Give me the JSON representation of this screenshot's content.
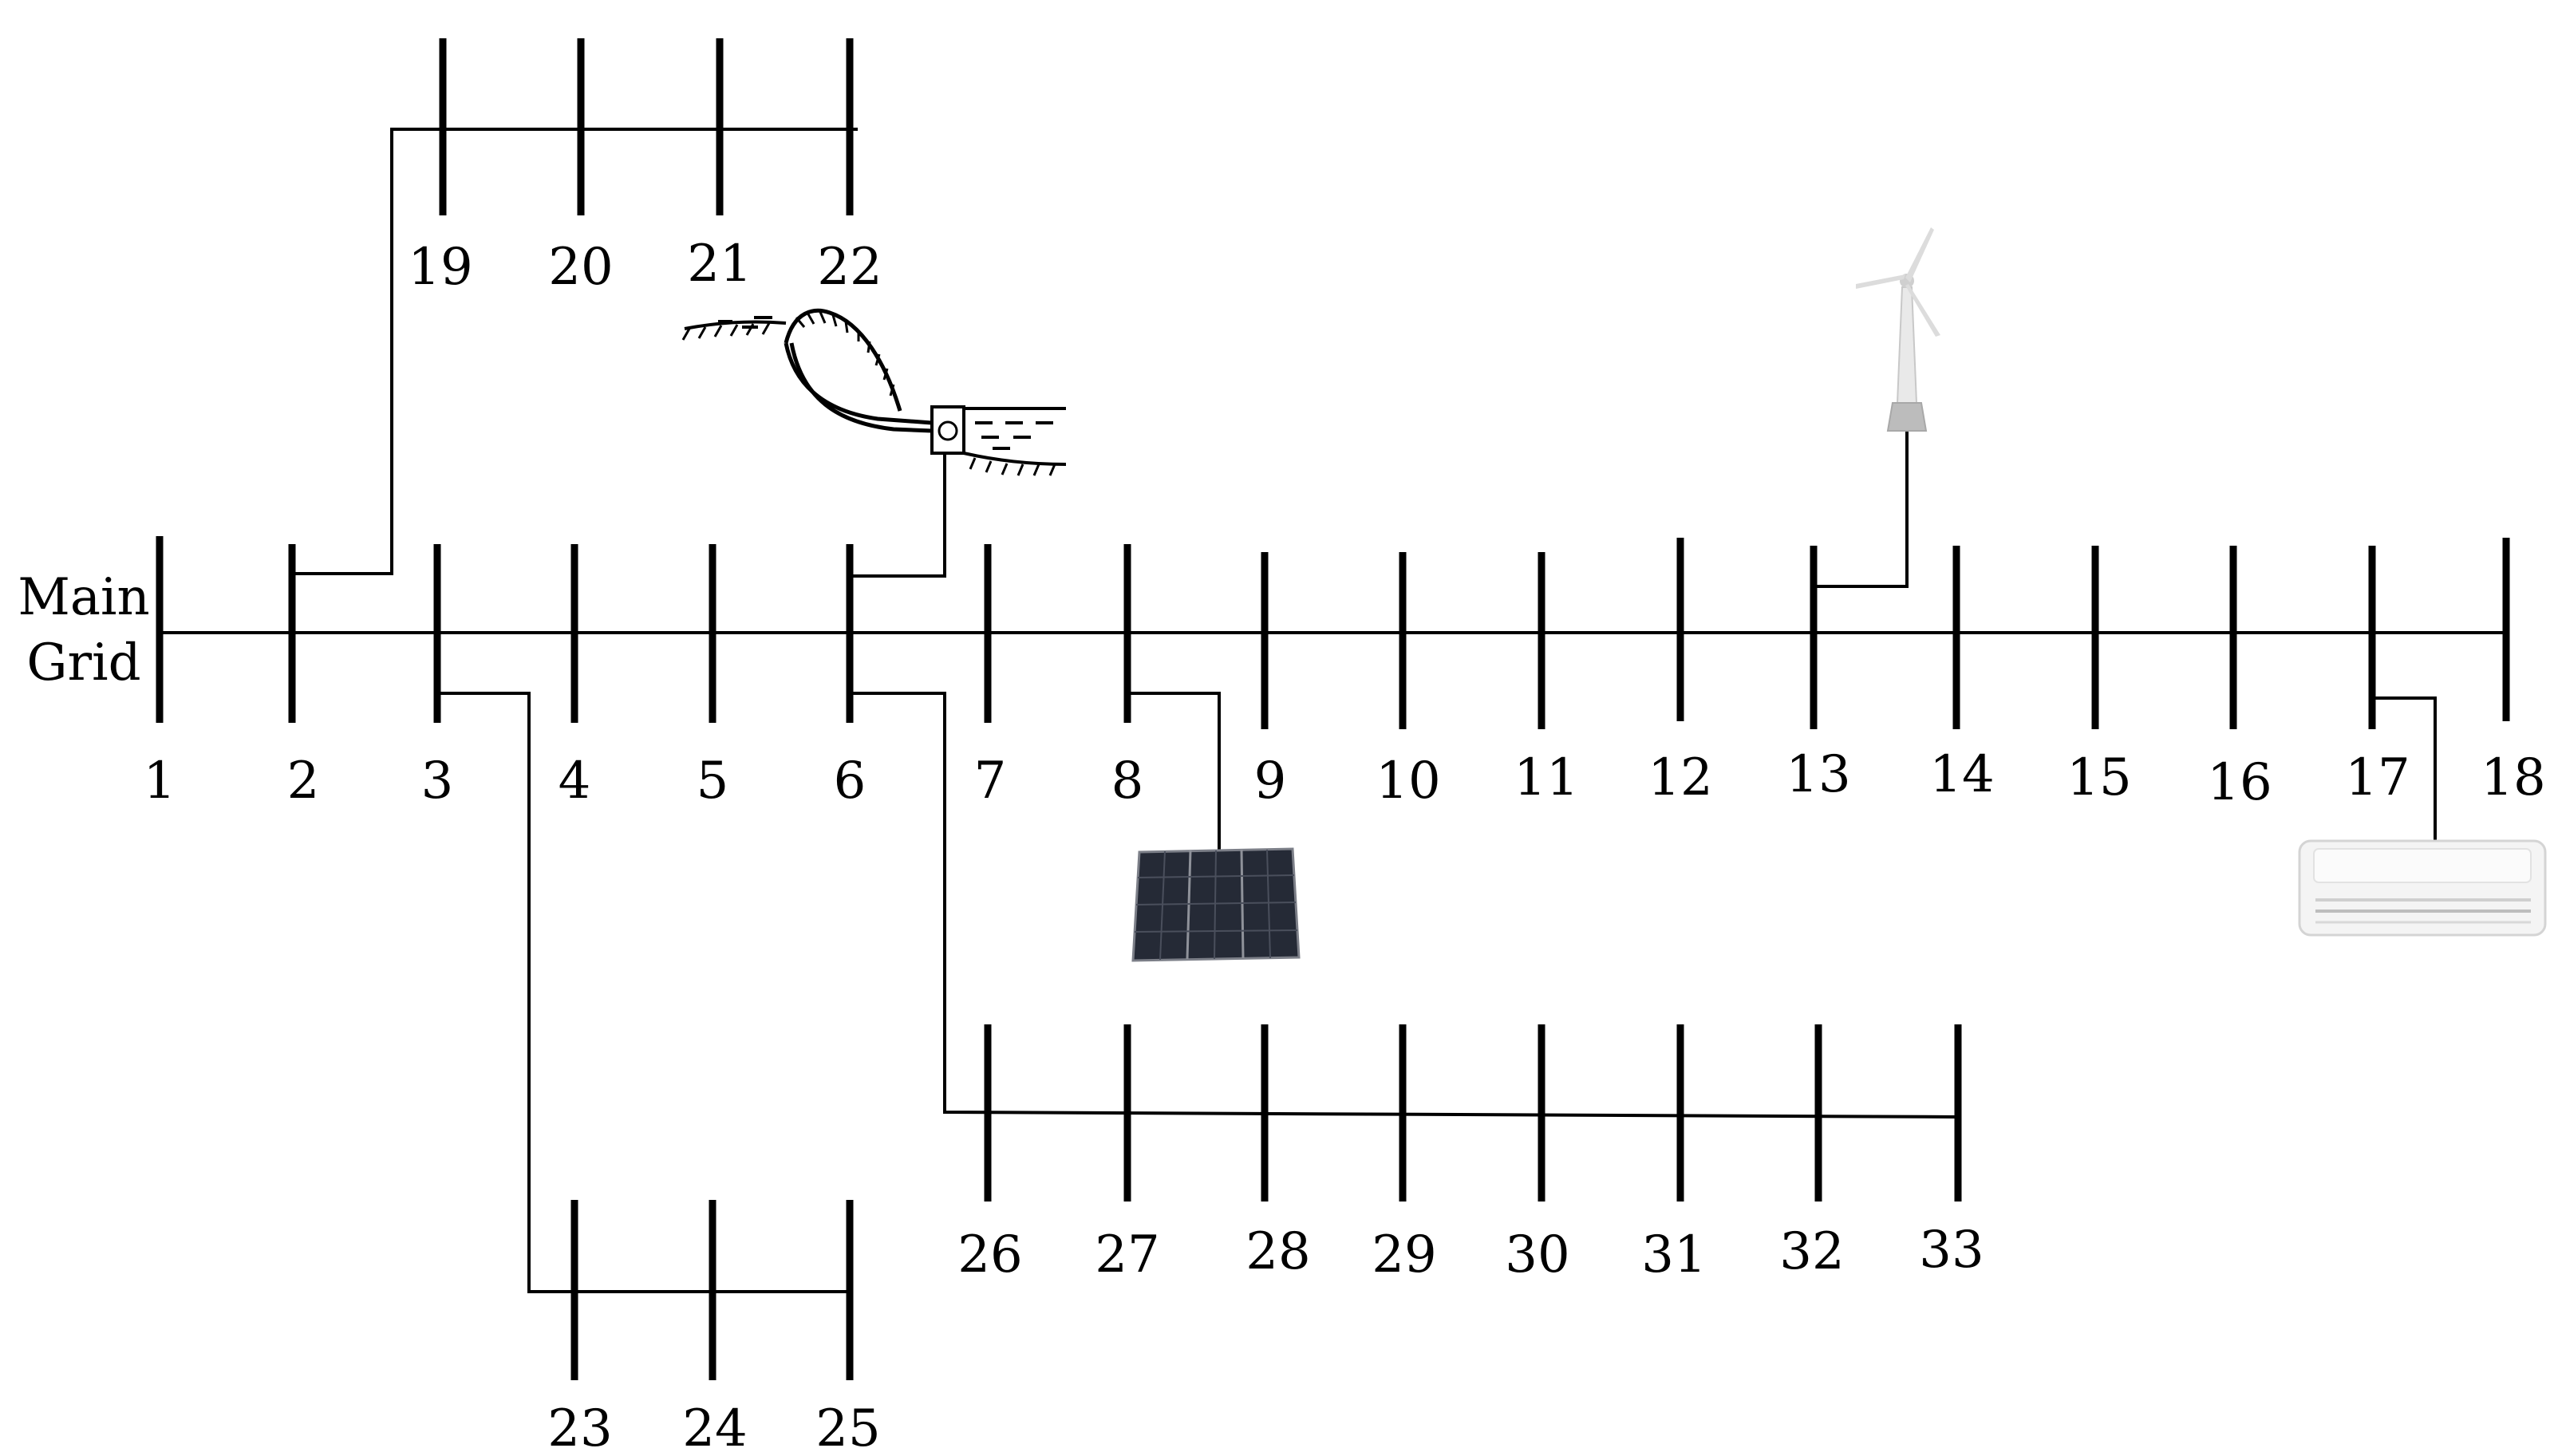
{
  "source_label": "Main\nGrid",
  "source_label_lines": [
    "Main",
    "Grid"
  ],
  "buses": [
    "1",
    "2",
    "3",
    "4",
    "5",
    "6",
    "7",
    "8",
    "9",
    "10",
    "11",
    "12",
    "13",
    "14",
    "15",
    "16",
    "17",
    "18",
    "19",
    "20",
    "21",
    "22",
    "23",
    "24",
    "25",
    "26",
    "27",
    "28",
    "29",
    "30",
    "31",
    "32",
    "33"
  ],
  "devices": {
    "hydro": {
      "icon": "hydro-plant-icon",
      "bus": "6"
    },
    "wind": {
      "icon": "wind-turbine-icon",
      "bus": "13"
    },
    "solar": {
      "icon": "solar-panel-icon",
      "bus": "8"
    },
    "load": {
      "icon": "air-conditioner-icon",
      "bus": "17"
    }
  }
}
